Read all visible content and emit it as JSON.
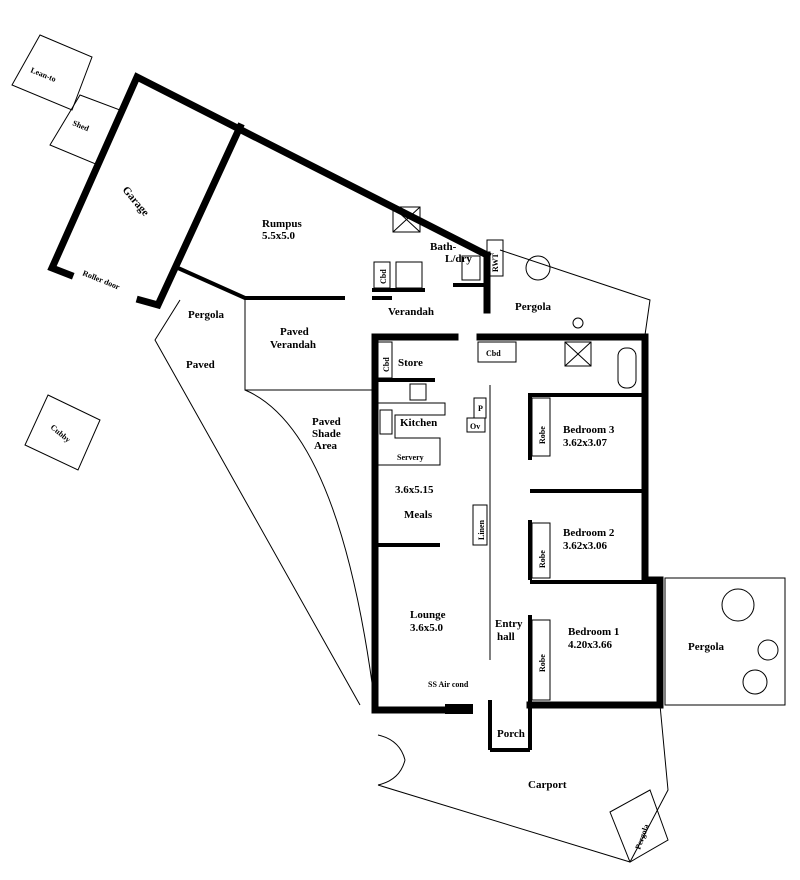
{
  "title": "Floor plan",
  "rooms": {
    "lean_to": "Lean-to",
    "shed": "Shed",
    "garage": "Garage",
    "roller_door": "Roller door",
    "rumpus": {
      "name": "Rumpus",
      "size": "5.5x5.0"
    },
    "bath": {
      "line1": "Bath-",
      "line2": "L/dry"
    },
    "rwt": "RWT",
    "cbd_bath": "Cbd",
    "pergola_left": "Pergola",
    "paved": "Paved",
    "paved_verandah": {
      "line1": "Paved",
      "line2": "Verandah"
    },
    "verandah": "Verandah",
    "pergola_top": "Pergola",
    "store": "Store",
    "cbd_store": "Cbd",
    "cbd_hall": "Cbd",
    "kitchen": "Kitchen",
    "servery": "Servery",
    "pantry": "P",
    "oven": "Ov",
    "meals": {
      "size": "3.6x5.15",
      "name": "Meals"
    },
    "linen": "Linen",
    "paved_shade": {
      "line1": "Paved",
      "line2": "Shade",
      "line3": "Area"
    },
    "lounge": {
      "name": "Lounge",
      "size": "3.6x5.0"
    },
    "air_cond": "SS Air cond",
    "entry_hall": {
      "line1": "Entry",
      "line2": "hall"
    },
    "porch": "Porch",
    "carport": "Carport",
    "pergola_carport": "Pergola",
    "bedroom3": {
      "name": "Bedroom 3",
      "size": "3.62x3.07",
      "robe": "Robe"
    },
    "bedroom2": {
      "name": "Bedroom 2",
      "size": "3.62x3.06",
      "robe": "Robe"
    },
    "bedroom1": {
      "name": "Bedroom 1",
      "size": "4.20x3.66",
      "robe": "Robe"
    },
    "pergola_right": "Pergola",
    "cubby": "Cubby"
  }
}
